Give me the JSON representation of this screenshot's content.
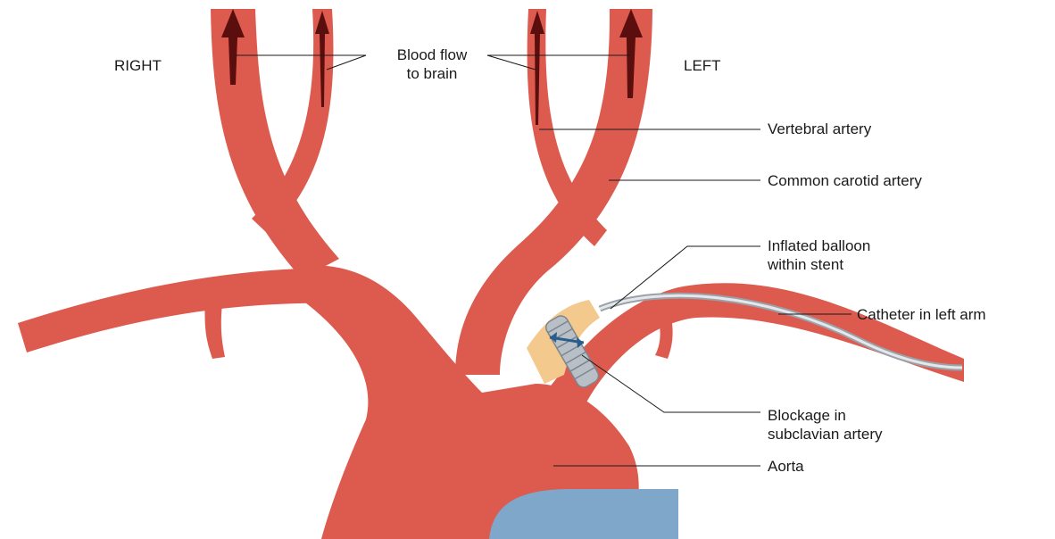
{
  "colors": {
    "artery": "#dd5a4e",
    "artery_dark": "#c1443a",
    "flow_arrow": "#5a0e0e",
    "plaque": "#f3c98d",
    "stent": "#b8bfc6",
    "catheter": "#c9ced4",
    "vein": "#7ea7c9",
    "leader": "#1a1a1a"
  },
  "labels": {
    "right": "RIGHT",
    "left": "LEFT",
    "blood_flow": "Blood flow\nto brain",
    "vertebral": "Vertebral artery",
    "common_carotid": "Common carotid artery",
    "balloon": "Inflated balloon\nwithin stent",
    "catheter": "Catheter in left arm",
    "blockage": "Blockage in\nsubclavian artery",
    "aorta": "Aorta"
  }
}
